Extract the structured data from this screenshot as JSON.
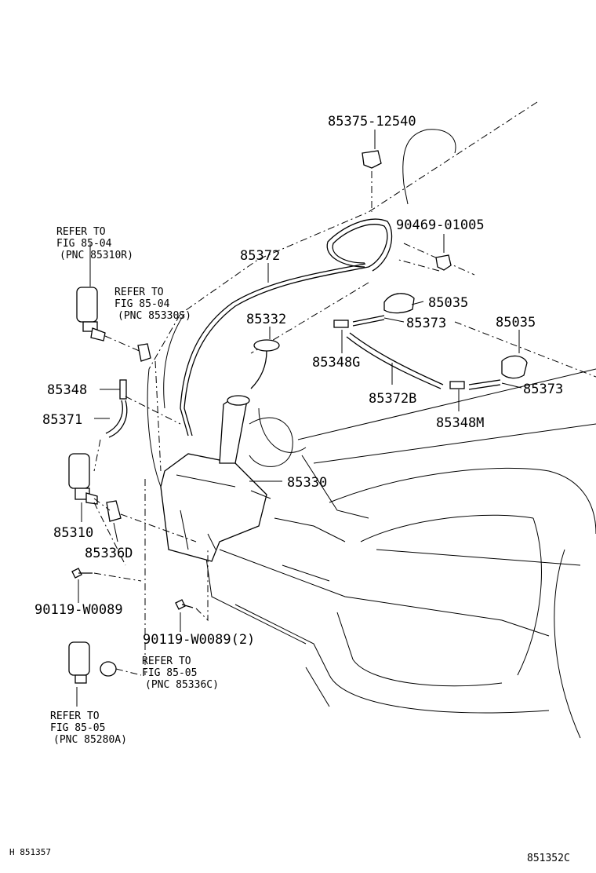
{
  "labels": {
    "p85375_12540": "85375-12540",
    "p90469_01005": "90469-01005",
    "p85372": "85372",
    "p85035_a": "85035",
    "p85373_a": "85373",
    "p85332": "85332",
    "p85035_b": "85035",
    "p85348g": "85348G",
    "p85373_b": "85373",
    "p85372b": "85372B",
    "p85348m": "85348M",
    "p85348": "85348",
    "p85371": "85371",
    "p85330": "85330",
    "p85310": "85310",
    "p85336d": "85336D",
    "p90119_a": "90119-W0089",
    "p90119_b": "90119-W0089(2)"
  },
  "refs": {
    "r1": [
      "REFER TO",
      "FIG 85-04",
      "(PNC 85310R)"
    ],
    "r2": [
      "REFER TO",
      "FIG 85-04",
      "(PNC 85330S)"
    ],
    "r3": [
      "REFER TO",
      "FIG 85-05",
      "(PNC 85336C)"
    ],
    "r4": [
      "REFER TO",
      "FIG 85-05",
      "(PNC 85280A)"
    ]
  },
  "corners": {
    "bottom_left": "H 851357",
    "bottom_right": "851352C"
  }
}
